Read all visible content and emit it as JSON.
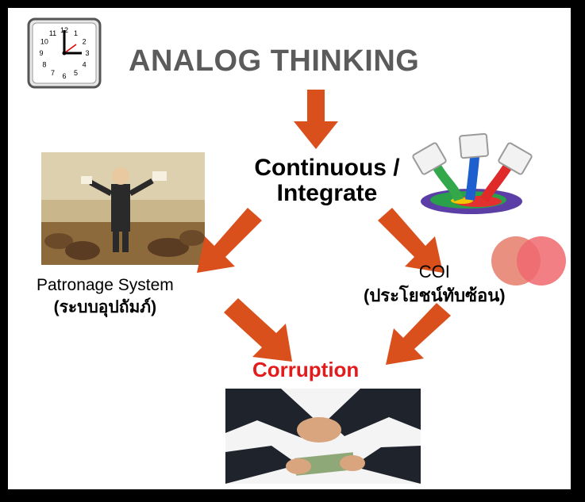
{
  "title": "ANALOG THINKING",
  "center": {
    "line1": "Continuous /",
    "line2": "Integrate"
  },
  "left": {
    "line1": "Patronage System",
    "line2": "(ระบบอุปถัมภ์)"
  },
  "right": {
    "line1": "COI",
    "line2": "(ประโยชน์ทับซ้อน)"
  },
  "result": "Corruption",
  "clock": {
    "numerals": [
      "12",
      "1",
      "2",
      "3",
      "4",
      "5",
      "6",
      "7",
      "8",
      "9",
      "10",
      "11"
    ]
  },
  "colors": {
    "arrow": "#d9501c",
    "result": "#e21b1b",
    "title": "#5b5b5b",
    "venn_left": "#e88a7a",
    "venn_right": "#f0686e"
  }
}
